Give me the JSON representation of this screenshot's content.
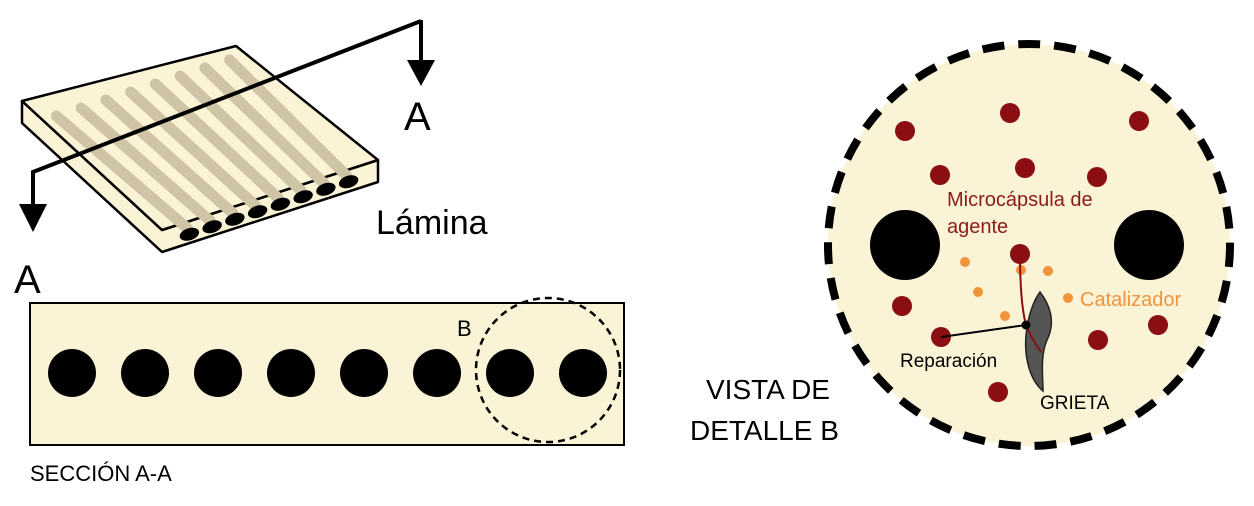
{
  "labels": {
    "section_marker_top": "A",
    "section_marker_bottom": "A",
    "lamina": "Lámina",
    "section_title": "SECCIÓN A-A",
    "detail_marker": "B",
    "detail_view_line1": "VISTA DE",
    "detail_view_line2": "DETALLE B",
    "microcapsule_line1": "Microcápsula de",
    "microcapsule_line2": "agente",
    "catalyst": "Catalizador",
    "repair": "Reparación",
    "crack": "GRIETA"
  },
  "colors": {
    "matrix_fill": "#fbf3d5",
    "fiber": "#000000",
    "microcapsule": "#8b0f12",
    "microcapsule_label": "#8b1a1a",
    "catalyst": "#f0943c",
    "crack": "#555555",
    "stripe": "#cfc4a6"
  },
  "section": {
    "fiber_count": 8
  }
}
